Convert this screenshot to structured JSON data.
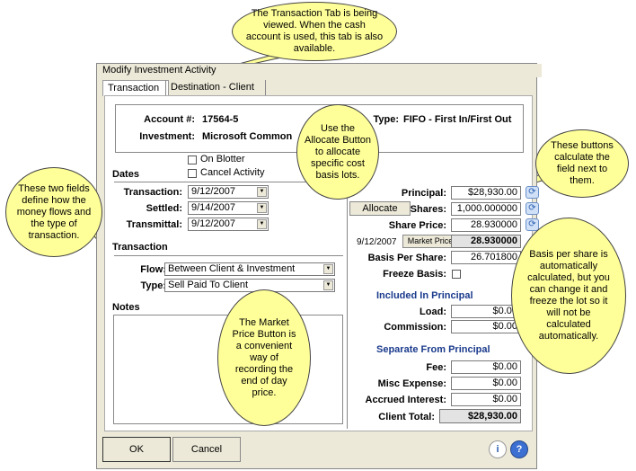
{
  "window": {
    "title": "Modify Investment Activity"
  },
  "tabs": [
    "Transaction",
    "Destination - Client"
  ],
  "account": {
    "number_label": "Account #:",
    "number": "17564-5",
    "investment_label": "Investment:",
    "investment": "Microsoft Common",
    "type_label": "Type:",
    "type": "FIFO - First In/First Out"
  },
  "dates": {
    "section": "Dates",
    "on_blotter": "On Blotter",
    "cancel_activity": "Cancel Activity",
    "transaction_label": "Transaction:",
    "transaction": "9/12/2007",
    "settled_label": "Settled:",
    "settled": "9/14/2007",
    "transmittal_label": "Transmittal:",
    "transmittal": "9/12/2007"
  },
  "transaction": {
    "section": "Transaction",
    "flow_label": "Flow:",
    "flow": "Between Client & Investment",
    "type_label": "Type:",
    "type": "Sell Paid To Client"
  },
  "notes": {
    "section": "Notes"
  },
  "right": {
    "principal_label": "Principal:",
    "principal": "$28,930.00",
    "allocate": "Allocate",
    "shares_label": "Shares:",
    "shares": "1,000.000000",
    "share_price_label": "Share Price:",
    "share_price": "28.930000",
    "market_date": "9/12/2007",
    "market_price_btn": "Market Price",
    "market_price": "28.930000",
    "basis_label": "Basis Per Share:",
    "basis": "26.701800",
    "freeze_label": "Freeze Basis:",
    "included_section": "Included In Principal",
    "load_label": "Load:",
    "load": "$0.00",
    "commission_label": "Commission:",
    "commission": "$0.00",
    "separate_section": "Separate From Principal",
    "fee_label": "Fee:",
    "fee": "$0.00",
    "misc_label": "Misc Expense:",
    "misc": "$0.00",
    "accrued_label": "Accrued Interest:",
    "accrued": "$0.00",
    "total_label": "Client Total:",
    "total": "$28,930.00"
  },
  "buttons": {
    "ok": "OK",
    "cancel": "Cancel"
  },
  "callouts": {
    "tab": "The Transaction Tab is being viewed.  When the cash account is used, this tab is also available.",
    "allocate": "Use the Allocate Button to allocate specific cost basis lots.",
    "calc": "These buttons calculate the field next to them.",
    "fields": "These two fields define how the money flows and the type of transaction.",
    "basis": "Basis per share is automatically calculated, but you can change it and freeze the lot so it will not be calculated automatically.",
    "market": "The Market Price Button is a convenient way of recording the end of day price."
  }
}
